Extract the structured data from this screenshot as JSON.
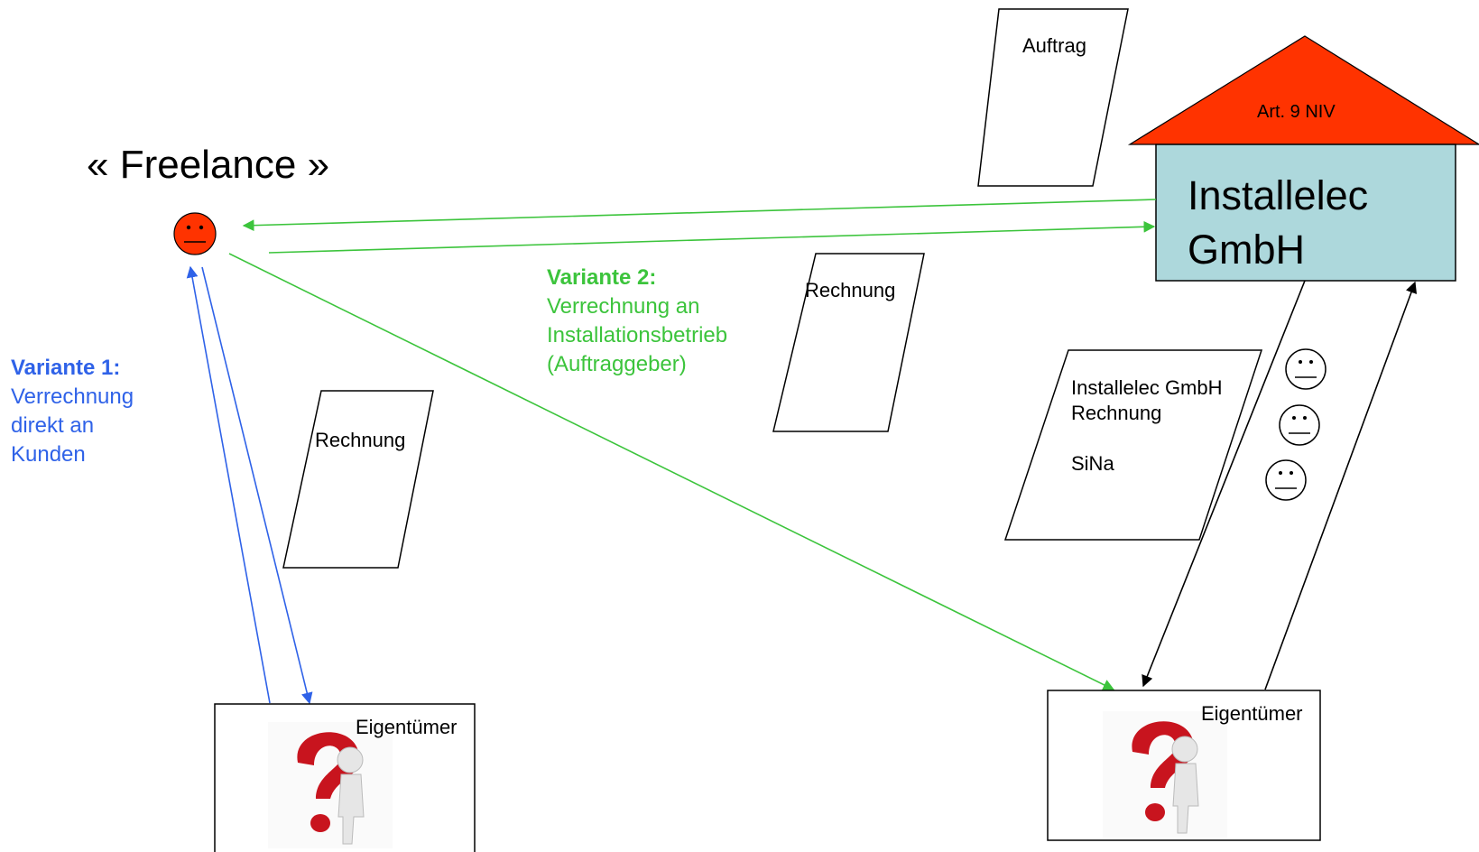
{
  "freelance_title": "« Freelance »",
  "variant1": {
    "heading": "Variante 1:",
    "lines": [
      "Verrechnung",
      "direkt an",
      "Kunden"
    ],
    "color": "#2f62e8"
  },
  "variant2": {
    "heading": "Variante 2:",
    "lines": [
      "Verrechnung an",
      "Installationsbetrieb",
      "(Auftraggeber)"
    ],
    "color": "#3cc43c"
  },
  "documents": {
    "auftrag": "Auftrag",
    "rechnung_top": "Rechnung",
    "rechnung_left": "Rechnung",
    "installelec_invoice": [
      "Installelec GmbH",
      "Rechnung",
      "SiNa"
    ]
  },
  "company": {
    "roof_label": "Art. 9 NIV",
    "name_lines": [
      "Installelec",
      "GmbH"
    ],
    "roof_color": "#ff3300",
    "body_color": "#add8dc"
  },
  "owners": {
    "left_label": "Eigentümer",
    "right_label": "Eigentümer"
  },
  "icons": [
    "freelancer-face-icon",
    "worker-face-icon",
    "question-mark-person-icon"
  ]
}
